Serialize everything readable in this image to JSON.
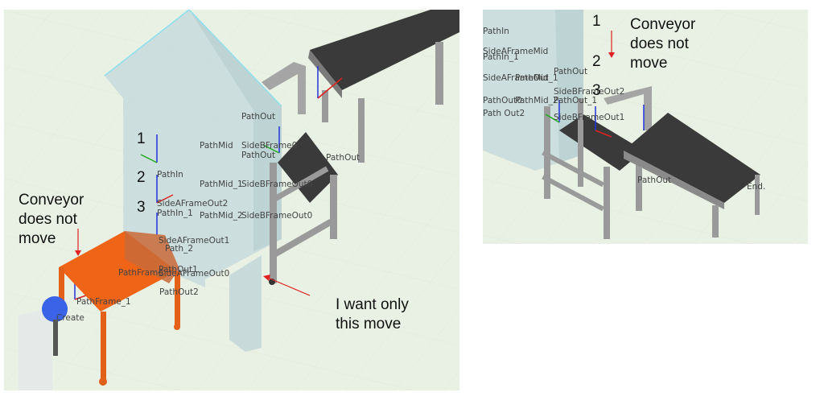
{
  "left_view": {
    "numbers": [
      "1",
      "2",
      "3"
    ],
    "conveyor_note": [
      "Conveyor",
      "does not",
      "move"
    ],
    "want_note": [
      "I want only",
      "this move"
    ],
    "labels": {
      "path_out": "PathOut",
      "path_mid": "PathMid",
      "side_b_frame": "SideBFrame0",
      "path_out_b": "PathOut",
      "path_in": "PathIn",
      "path_mid_1": "PathMid_1",
      "side_a_frame_out2": "SideAFrameOut2",
      "path_in_1": "PathIn_1",
      "path_mid_2": "PathMid_2",
      "side_b_frame_out0": "SideBFrameOut0",
      "side_a_frame_out1": "SideAFrameOut1",
      "path_2": "Path_2",
      "path_frame": "PathFrame",
      "path_out1": "PathOut1",
      "side_a_frame_out0": "SideAFrameOut0",
      "path_frame_1": "PathFrame_1",
      "path_out2": "PathOut2",
      "create": "Create",
      "path_out_conv": "PathOut",
      "side_b_frame_out0_top": "SideBFrameOut0"
    }
  },
  "right_view": {
    "numbers": [
      "1",
      "2",
      "3"
    ],
    "conveyor_note": [
      "Conveyor",
      "does not",
      "move"
    ],
    "labels": {
      "path_in": "PathIn",
      "side_a_frame_mid": "SideAFrameMid",
      "path_in_1": "PathIn_1",
      "side_a_frame_out": "SideAFrameOut",
      "path_mid_1": "PathMid_1",
      "path_out": "PathOut",
      "side_b_frame_out2": "SideBFrameOut2",
      "path_mid_2": "PathMid_2",
      "path_out_1": "PathOut_1",
      "path_out0": "PathOut0",
      "path_out2": "Path Out2",
      "side_b_frame_out1": "SideBFrameOut1",
      "path_out_conv": "PathOut",
      "end": "End."
    }
  },
  "colors": {
    "floor": "#e9f1e4",
    "ghost": "#c9dcdc",
    "selected": "#f06418",
    "frame_gray": "#9a9a9a",
    "belt": "#3a3a3a",
    "arrow_red": "#e02020"
  }
}
